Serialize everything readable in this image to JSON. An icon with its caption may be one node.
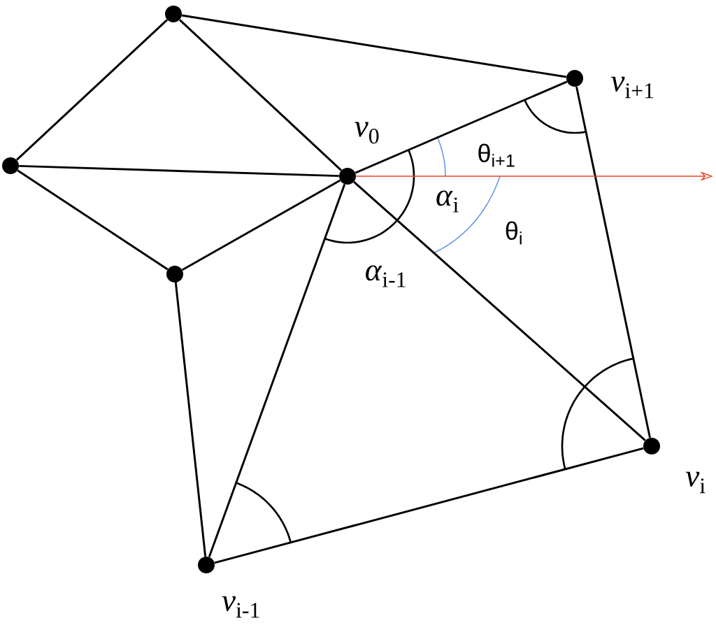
{
  "diagram": {
    "nodes": [
      {
        "text": [],
        "shape": "circle"
      },
      {
        "text": [],
        "shape": "circle",
        "beside": [
          "*v*$_{i+1}$"
        ]
      },
      {
        "text": [],
        "shape": "circle"
      },
      {
        "text": [],
        "shape": "circle",
        "beside": [
          "*v*$_{0}$"
        ]
      },
      {
        "text": [],
        "shape": "circle"
      },
      {
        "text": [],
        "shape": "circle",
        "beside": [
          "*v*$_{i}$"
        ]
      },
      {
        "text": [],
        "shape": "circle",
        "beside": [
          "*v*$_{i-1}$"
        ]
      }
    ],
    "edges": [
      {
        "from": 0,
        "to": 1,
        "arrow": "none"
      },
      {
        "from": 0,
        "to": 2,
        "arrow": "none"
      },
      {
        "from": 0,
        "to": 3,
        "arrow": "none"
      },
      {
        "from": 2,
        "to": 3,
        "arrow": "none"
      },
      {
        "from": 2,
        "to": 4,
        "arrow": "none"
      },
      {
        "from": 4,
        "to": 3,
        "arrow": "none"
      },
      {
        "from": 4,
        "to": 6,
        "arrow": "none"
      },
      {
        "from": 3,
        "to": 1,
        "arrow": "none"
      },
      {
        "from": 3,
        "to": 5,
        "arrow": "none"
      },
      {
        "from": 3,
        "to": 6,
        "arrow": "none"
      },
      {
        "from": 1,
        "to": 5,
        "arrow": "none"
      },
      {
        "from": 5,
        "to": 6,
        "arrow": "none"
      },
      {
        "from": 3,
        "to": null,
        "arrow": "to",
        "color": "#e8402a"
      }
    ],
    "labels": [
      "θ$_{i+1}$",
      "*α*$_{i}$",
      "θ$_{i}$",
      "*α*$_{i-1}$"
    ]
  }
}
